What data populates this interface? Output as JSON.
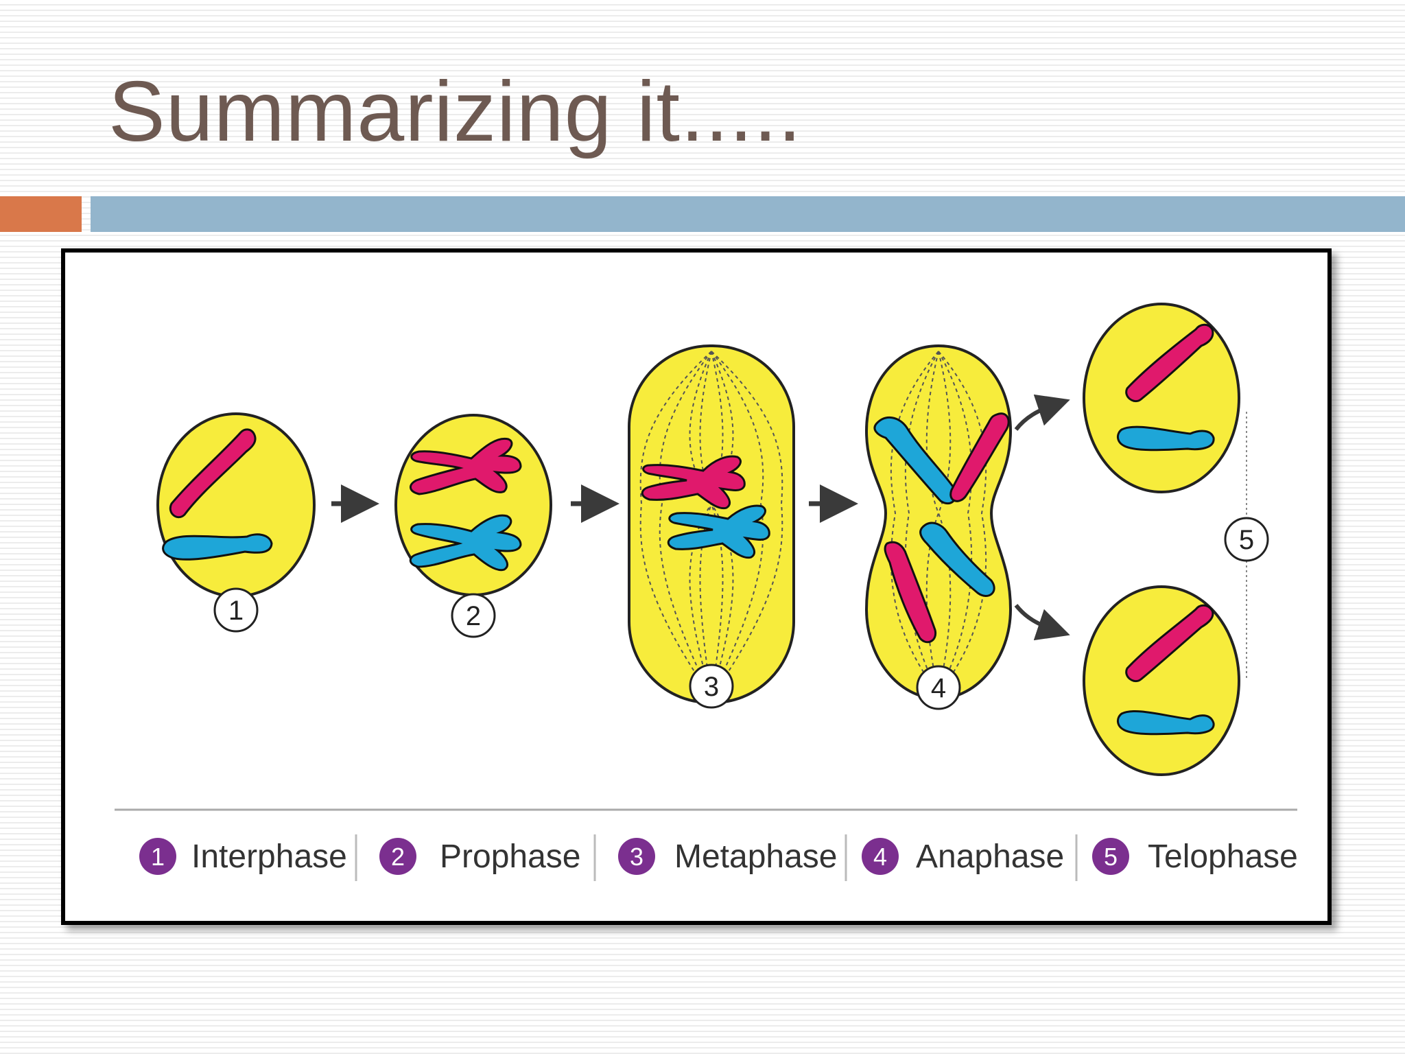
{
  "slide": {
    "title": "Summarizing it.....",
    "colors": {
      "title_text": "#6e5a52",
      "accent_orange": "#d9784a",
      "accent_blue": "#93b5cc"
    }
  },
  "diagram": {
    "colors": {
      "cell_fill": "#f7ec3c",
      "chromosome_red": "#e0196c",
      "chromosome_blue": "#1ea6d8",
      "legend_badge": "#7b2f8f",
      "arrow": "#3a3a3a",
      "spindle": "#555555"
    },
    "steps": [
      {
        "number": "1",
        "label": "Interphase"
      },
      {
        "number": "2",
        "label": "Prophase"
      },
      {
        "number": "3",
        "label": "Metaphase"
      },
      {
        "number": "4",
        "label": "Anaphase"
      },
      {
        "number": "5",
        "label": "Telophase"
      }
    ]
  }
}
